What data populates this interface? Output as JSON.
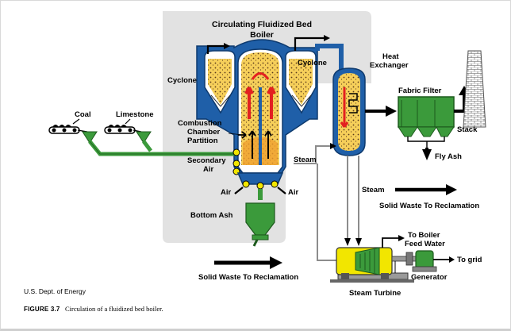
{
  "diagram": {
    "title_line1": "Circulating Fluidized Bed",
    "title_line2": "Boiler",
    "labels": {
      "coal": "Coal",
      "limestone": "Limestone",
      "cyclone_left": "Cyclone",
      "cyclone_right": "Cyclone",
      "combustion_chamber_1": "Combustion",
      "combustion_chamber_2": "Chamber",
      "combustion_chamber_3": "Partition",
      "secondary_air_1": "Secondary",
      "secondary_air_2": "Air",
      "air_left": "Air",
      "air_right": "Air",
      "bottom_ash": "Bottom Ash",
      "steam_boiler": "Steam",
      "heat_exchanger_1": "Heat",
      "heat_exchanger_2": "Exchanger",
      "fabric_filter": "Fabric Filter",
      "stack": "Stack",
      "fly_ash": "Fly Ash",
      "steam_exchanger": "Steam",
      "solid_waste_right": "Solid Waste To Reclamation",
      "solid_waste_bottom": "Solid Waste To Reclamation",
      "to_boiler_1": "To Boiler",
      "to_boiler_2": "Feed Water",
      "to_grid": "To grid",
      "generator": "Generator",
      "steam_turbine": "Steam Turbine"
    },
    "colors": {
      "panel": "#e2e2e2",
      "vessel": "#1f5fa8",
      "bed": "#f6cf5a",
      "pipe_green": "#3b9a3b",
      "arrow_red": "#e32020",
      "turbine_yellow": "#f2e600"
    }
  },
  "credit": "U.S. Dept. of Energy",
  "caption": {
    "label": "FIGURE 3.7",
    "text": "Circulation of a fluidized bed boiler."
  }
}
